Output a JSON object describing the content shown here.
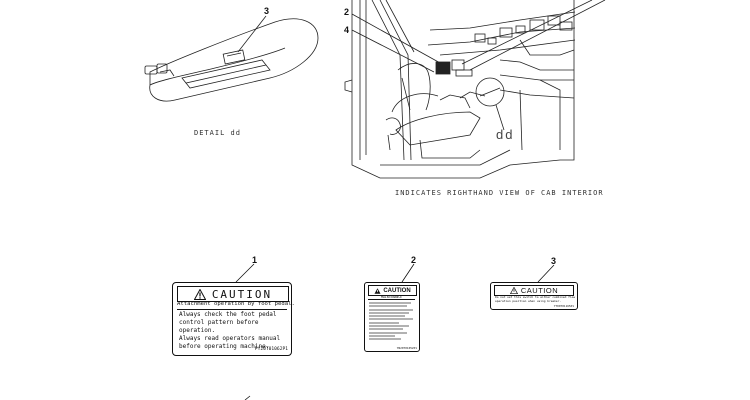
{
  "captions": {
    "detail": "DETAIL dd",
    "view_ref": "dd",
    "cab_view": "INDICATES RIGHTHAND VIEW OF CAB INTERIOR"
  },
  "callouts": {
    "top_detail": "3",
    "cab_upper": "2",
    "cab_lower": "4",
    "label_1": "1",
    "label_2": "2",
    "label_3": "3"
  },
  "label1": {
    "heading": "CAUTION",
    "subtitle": "Attachment operation by foot pedal.",
    "lines": [
      "Always check the foot pedal",
      "control pattern before",
      "operation.",
      "Always read operators manual",
      "before operating machine."
    ],
    "part_no": "PY20T01062P1"
  },
  "label2": {
    "heading": "CAUTION",
    "subtitle": "MAINTENANCE",
    "part_no": "YN20T01052P1"
  },
  "label3": {
    "heading": "CAUTION",
    "lines": [
      "Do not set this switch to either combined flow",
      "operation position when using breaker."
    ],
    "part_no": "YT00T01165P1"
  },
  "colors": {
    "line": "#111111",
    "faint": "#888888"
  }
}
